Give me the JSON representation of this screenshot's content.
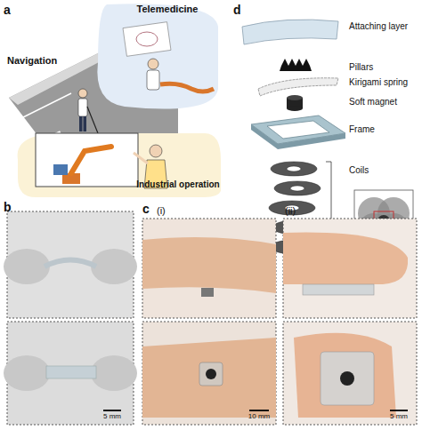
{
  "diagram": {
    "labels": [
      "a",
      "Telemedicine",
      "Navigation",
      "Industrial operation",
      "d",
      "Attaching layer",
      "Pillars",
      "Kirigami spring",
      "Soft magnet",
      "Frame",
      "Coils",
      "b",
      "c",
      "(i)",
      "(ii)",
      "5 mm",
      "10 mm",
      "5 mm"
    ]
  }
}
